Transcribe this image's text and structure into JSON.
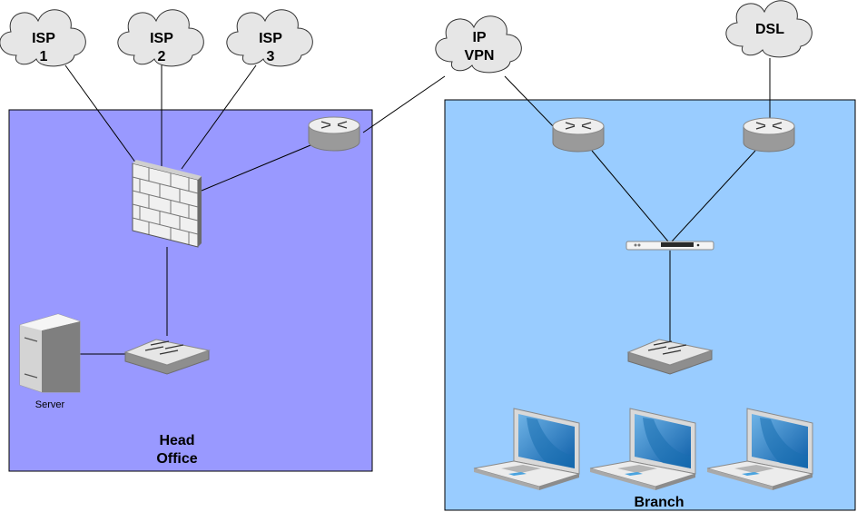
{
  "zones": {
    "head_office": {
      "title": "Head\nOffice",
      "color": "#9999ff"
    },
    "branch": {
      "title": "Branch",
      "color": "#99ccff"
    }
  },
  "clouds": {
    "isp1": "ISP\n1",
    "isp2": "ISP\n2",
    "isp3": "ISP\n3",
    "ip_vpn": "IP\nVPN",
    "dsl": "DSL"
  },
  "devices": {
    "server_label": "Server"
  },
  "colors": {
    "cloud_fill": "#e6e6e6",
    "cloud_stroke": "#333333",
    "line": "#000000",
    "device_light": "#e8e8e8",
    "device_dark": "#9e9e9e",
    "laptop_screen": "#1a6fb0"
  }
}
